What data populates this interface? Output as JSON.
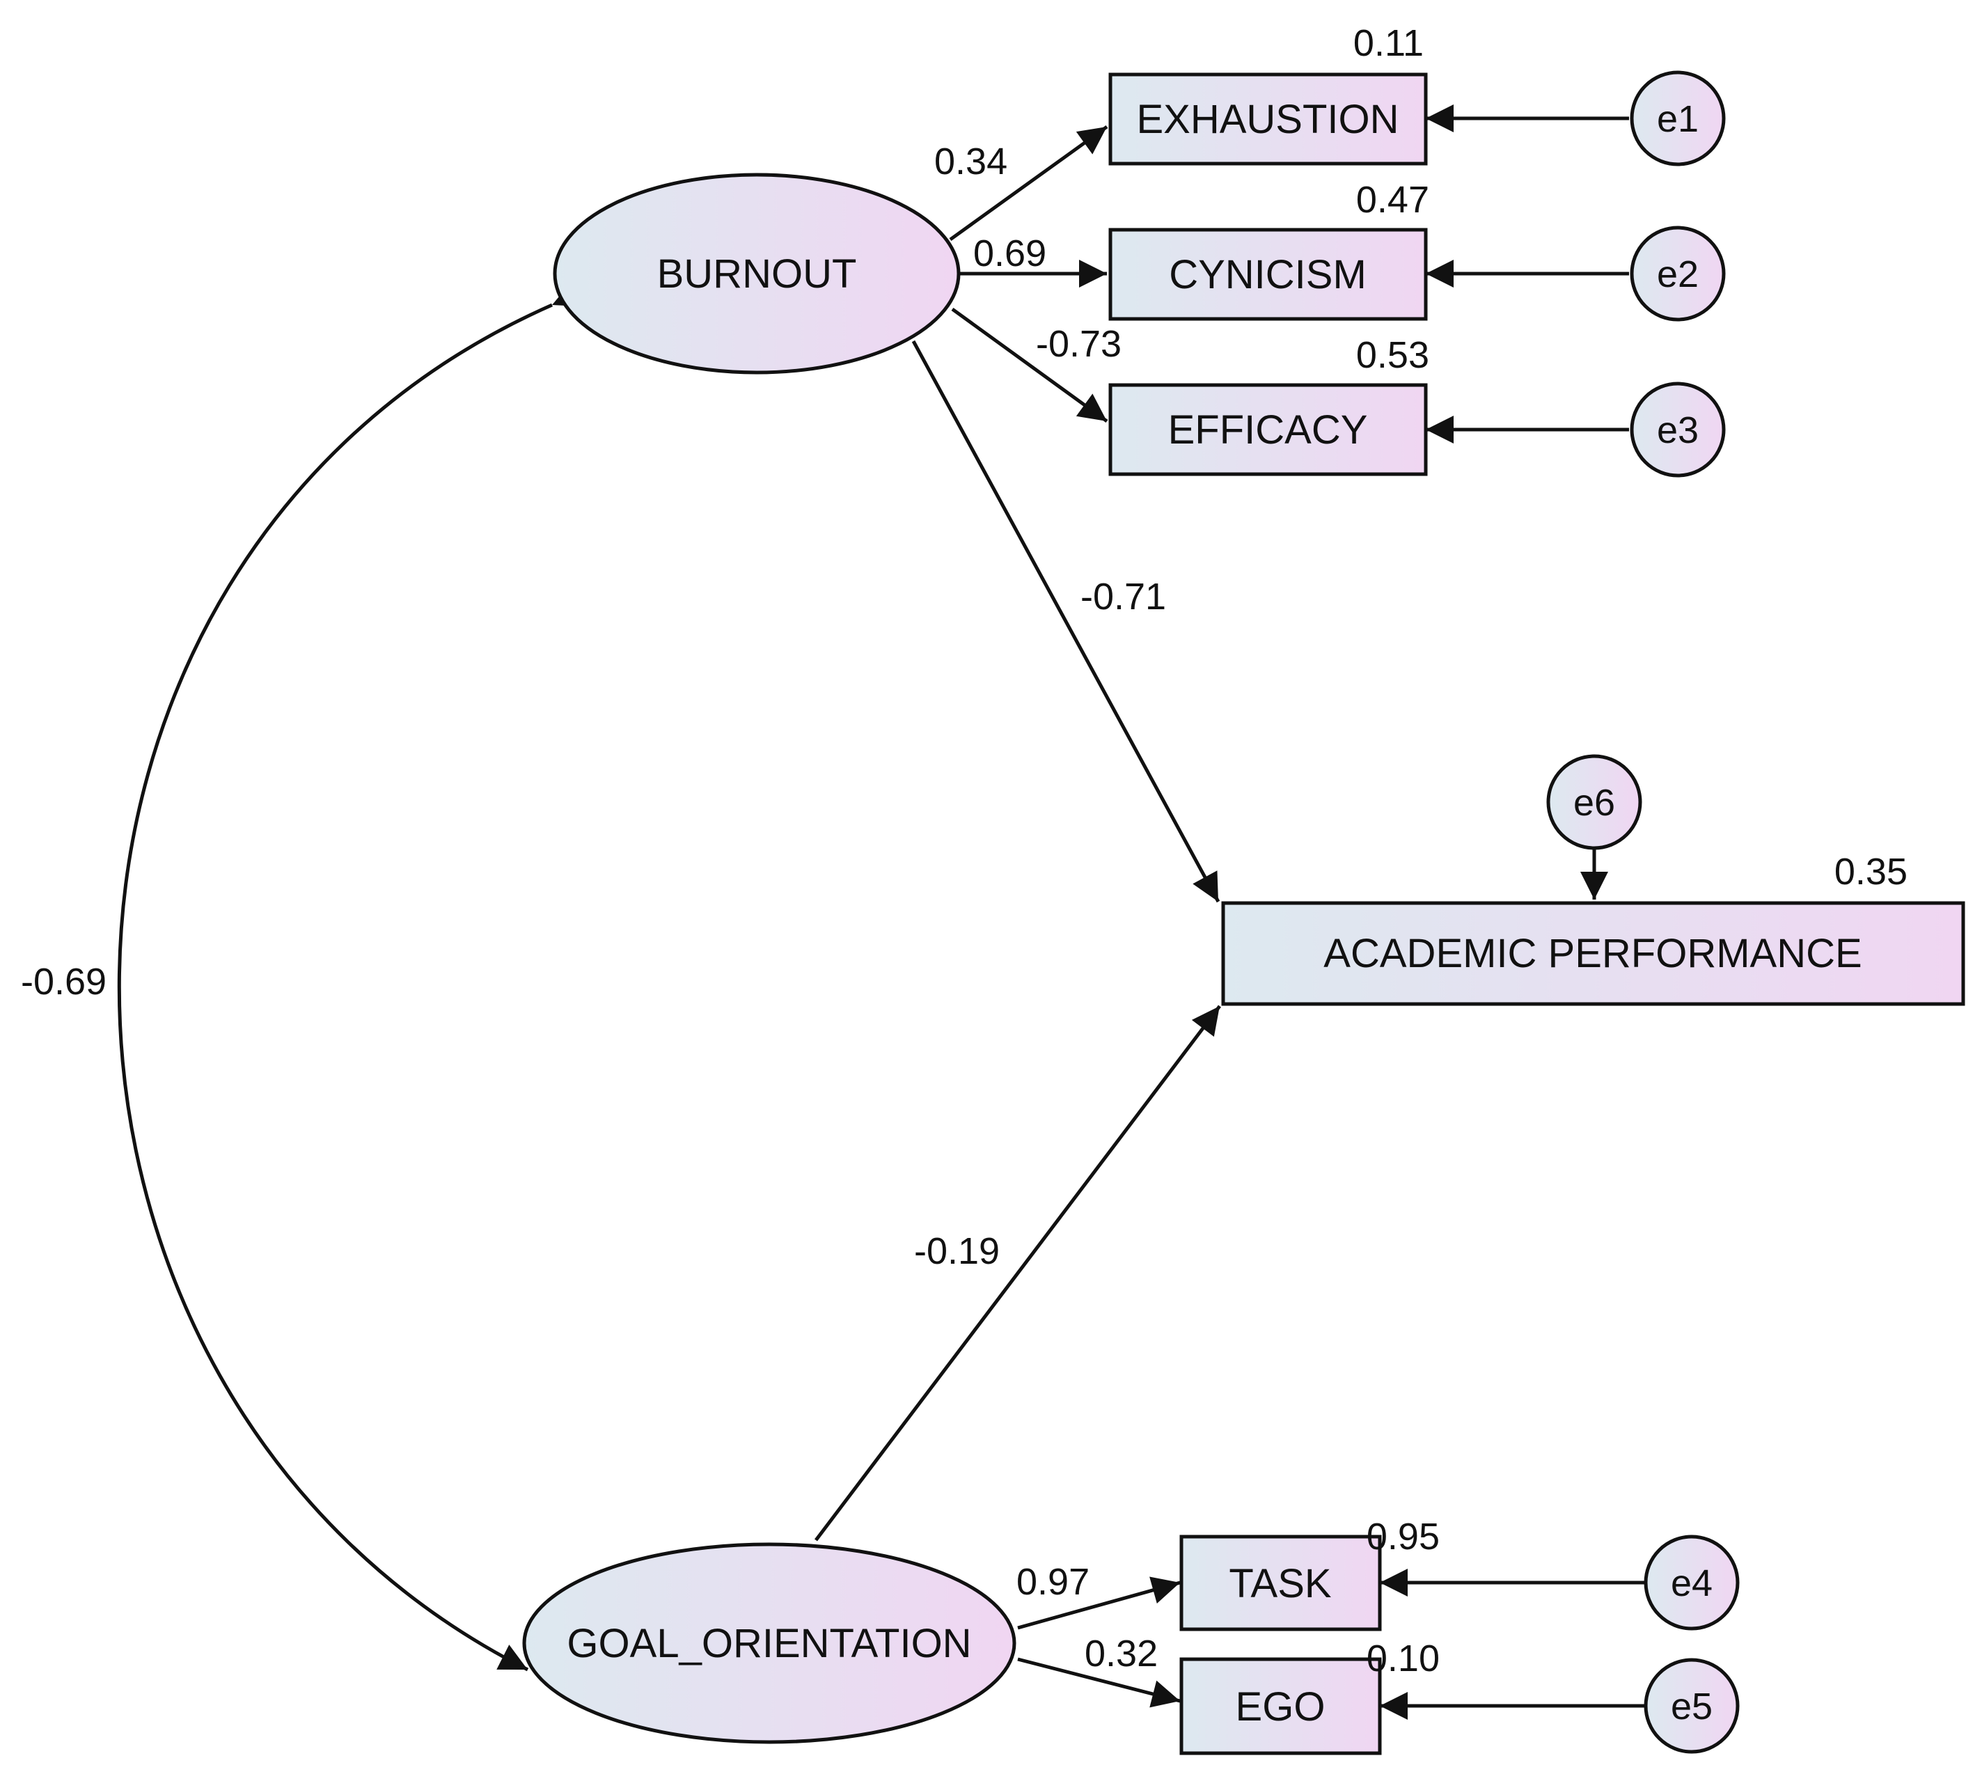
{
  "colors": {
    "fill_start": "#dde9f0",
    "fill_end": "#f0d6f2",
    "stroke": "#111111"
  },
  "latent": {
    "burnout": "BURNOUT",
    "goal": "GOAL_ORIENTATION"
  },
  "observed": {
    "exhaustion": "EXHAUSTION",
    "cynicism": "CYNICISM",
    "efficacy": "EFFICACY",
    "academic": "ACADEMIC PERFORMANCE",
    "task": "TASK",
    "ego": "EGO"
  },
  "errors": {
    "e1": "e1",
    "e2": "e2",
    "e3": "e3",
    "e4": "e4",
    "e5": "e5",
    "e6": "e6"
  },
  "r2": {
    "exhaustion": "0.11",
    "cynicism": "0.47",
    "efficacy": "0.53",
    "academic": "0.35",
    "task": "0.95",
    "ego": "0.10"
  },
  "paths": {
    "burnout_exhaustion": "0.34",
    "burnout_cynicism": "0.69",
    "burnout_efficacy": "-0.73",
    "burnout_academic": "-0.71",
    "goal_academic": "-0.19",
    "goal_task": "0.97",
    "goal_ego": "0.32",
    "covariance": "-0.69"
  }
}
